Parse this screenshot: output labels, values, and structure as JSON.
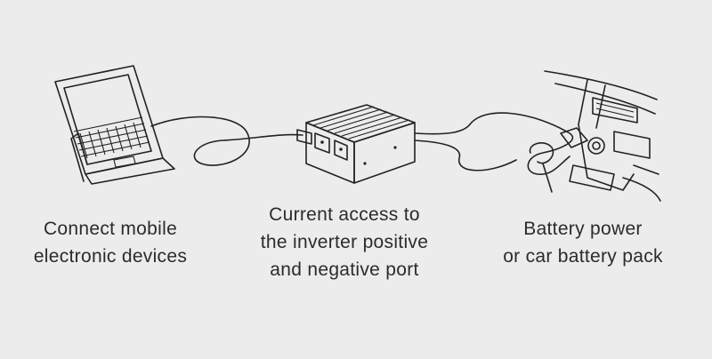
{
  "captions": {
    "laptop": [
      "Connect mobile",
      "electronic devices"
    ],
    "inverter": [
      "Current access to",
      "the inverter positive",
      "and negative port"
    ],
    "car": [
      "Battery power",
      "or car battery pack"
    ]
  },
  "colors": {
    "background": "#ececec",
    "line": "#222222",
    "text": "#2b2b2b"
  }
}
